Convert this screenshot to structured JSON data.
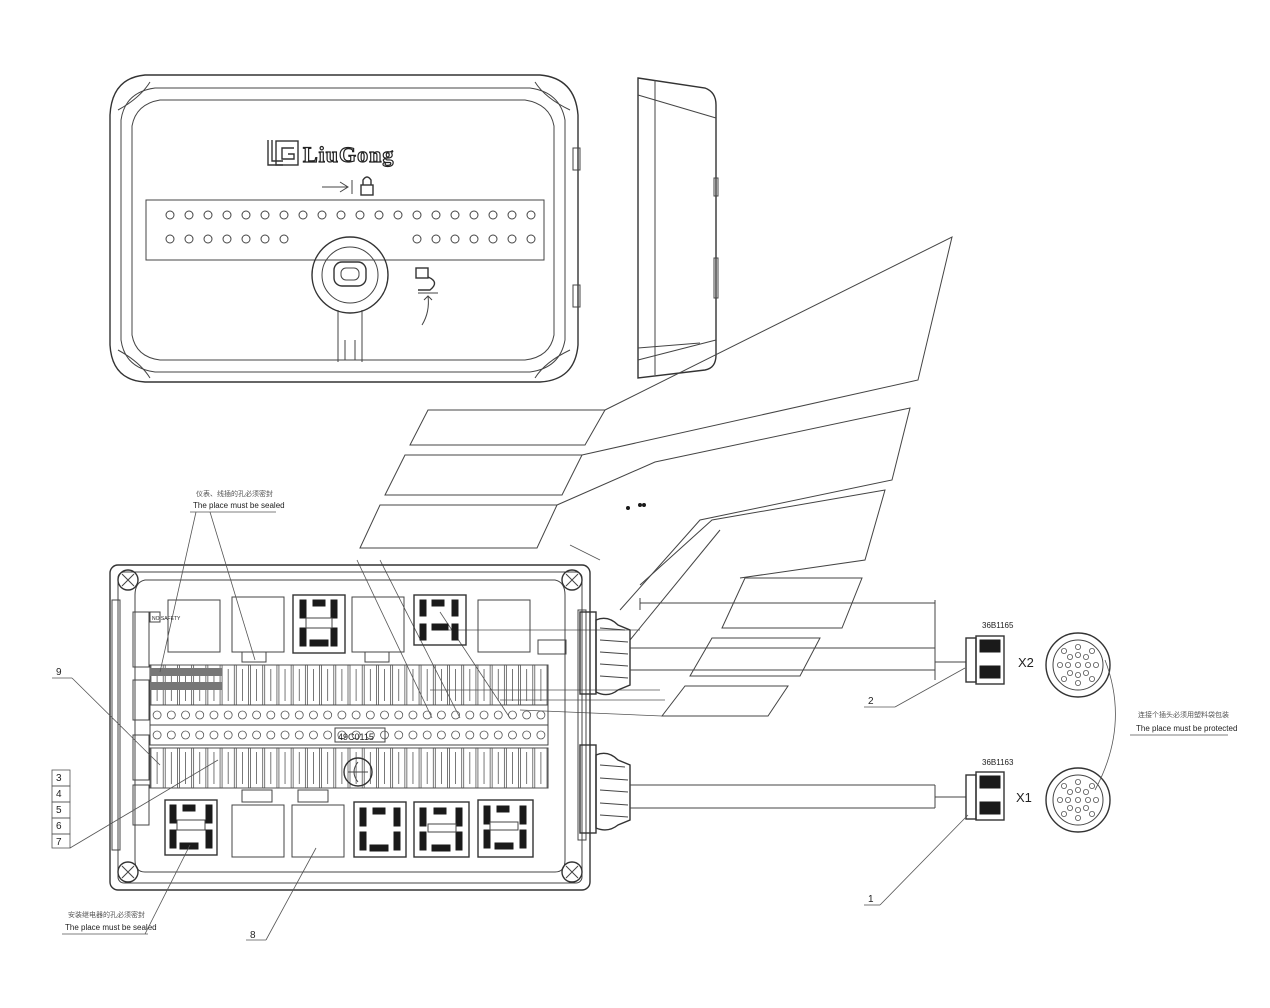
{
  "brand": {
    "logo_text": "LiuGong"
  },
  "top_box": {
    "fuse_rows": 2,
    "fuses_per_row": 20
  },
  "main_box": {
    "board_label": "49C0115",
    "pcb_marks": [
      "NO SAFETY"
    ],
    "fuse_count_upper": 28,
    "fuse_count_lower": 28
  },
  "notes": {
    "seal_top_cn": "仪表、线插的孔必须密封",
    "seal_top_en": "The place must be sealed",
    "seal_bottom_cn": "安装继电器的孔必须密封",
    "seal_bottom_en": "The place must be sealed",
    "protect_cn": "连接个插头必须用塑料袋包装",
    "protect_en": "The place must be protected"
  },
  "connectors": {
    "x2": {
      "label": "X2",
      "part": "36B1165"
    },
    "x1": {
      "label": "X1",
      "part": "36B1163"
    }
  },
  "callouts": [
    "1",
    "2",
    "3",
    "4",
    "5",
    "6",
    "7",
    "8",
    "9"
  ]
}
